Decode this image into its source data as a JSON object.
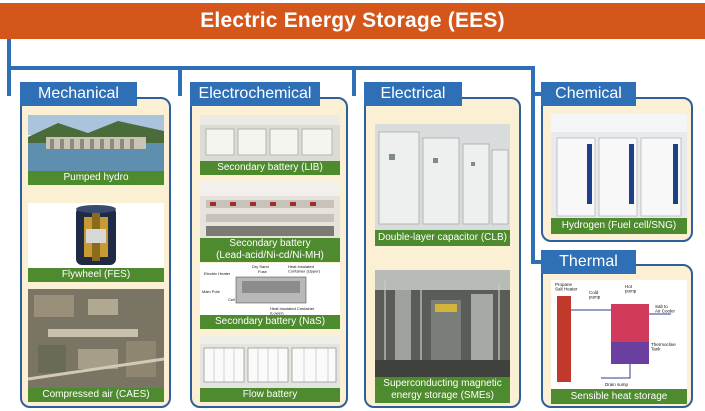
{
  "title": "Electric Energy Storage (EES)",
  "colors": {
    "title_bg": "#d4561a",
    "header_bg": "#2f6fb5",
    "connector": "#2f6fb5",
    "panel_bg": "#fbf0d4",
    "caption_bg": "#4e8a2e"
  },
  "categories": {
    "mechanical": {
      "label": "Mechanical",
      "items": [
        {
          "caption": "Pumped hydro",
          "image": "dam-photo"
        },
        {
          "caption": "Flywheel (FES)",
          "image": "flywheel-diagram"
        },
        {
          "caption": "Compressed air (CAES)",
          "image": "aerial-site-photo"
        }
      ]
    },
    "electrochemical": {
      "label": "Electrochemical",
      "items": [
        {
          "caption": "Secondary battery (LIB)",
          "image": "battery-racks-photo"
        },
        {
          "caption": "Secondary battery\n(Lead-acid/Ni-cd/Ni-MH)",
          "image": "battery-room-photo"
        },
        {
          "caption": "Secondary battery (NaS)",
          "image": "nas-cell-diagram"
        },
        {
          "caption": "Flow battery",
          "image": "flow-battery-containers-photo"
        }
      ],
      "nas_diagram_labels": {
        "dry_sand": "Dry Sand",
        "electric_heater": "Electric Heater",
        "fuse": "Fuse",
        "heat_insulated_upper": "Heat Insulated\nContainer (Upper)",
        "main_pole": "Main Pole",
        "cell": "Cell",
        "heat_insulated_lower": "Heat Insulated Container\n(Lower)"
      }
    },
    "electrical": {
      "label": "Electrical",
      "items": [
        {
          "caption": "Double-layer capacitor (CLB)",
          "image": "capacitor-cabinets-photo"
        },
        {
          "caption": "Superconducting magnetic\nenergy storage (SMEs)",
          "image": "smes-lab-photo"
        }
      ]
    },
    "chemical": {
      "label": "Chemical",
      "items": [
        {
          "caption": "Hydrogen (Fuel cell/SNG)",
          "image": "fuel-cell-cabinets-photo"
        }
      ]
    },
    "thermal": {
      "label": "Thermal",
      "items": [
        {
          "caption": "Sensible heat storage",
          "image": "heat-storage-schematic"
        }
      ],
      "diagram_labels": {
        "propane_salt_heater": "Propane\nSalt Heater",
        "cold_pump": "Cold\npump",
        "hot_pump": "Hot\npump",
        "salt_to_air_cooler": "Salt to\nAir Cooler",
        "thermocline_tank": "Thermocline\nTank",
        "drain_sump": "Drain sump"
      }
    }
  }
}
